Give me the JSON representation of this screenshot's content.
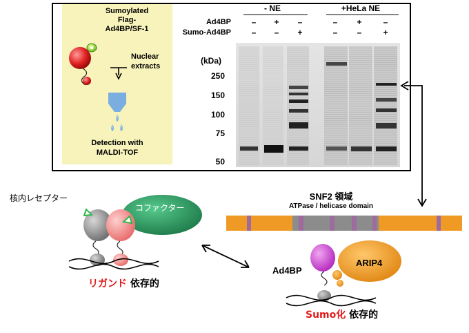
{
  "assay_panel": {
    "protein_label": "Sumoylated\nFlag-\nAd4BP/SF-1",
    "nuclear_extracts_label": "Nuclear\nextracts",
    "detection_label": "Detection with\nMALDI-TOF"
  },
  "gel": {
    "groups": [
      "- NE",
      "+HeLa NE"
    ],
    "row_labels": [
      "Ad4BP",
      "Sumo-Ad4BP"
    ],
    "signs": [
      [
        "–",
        "+",
        "–",
        "–",
        "+",
        "–"
      ],
      [
        "–",
        "–",
        "+",
        "–",
        "–",
        "+"
      ]
    ],
    "kda_unit": "(kDa)",
    "markers": [
      "250",
      "150",
      "100",
      "75",
      "50"
    ]
  },
  "snf2": {
    "title": "SNF2 領域",
    "subtitle": "ATPase / helicase domain"
  },
  "left_complex": {
    "receptor_label": "核内レセプター",
    "cofactor_label": "コファクター",
    "dependency_highlight": "リガンド",
    "dependency_suffix": "依存的"
  },
  "right_complex": {
    "ad4bp_label": "Ad4BP",
    "arip4_label": "ARIP4",
    "dependency_highlight": "Sumo化",
    "dependency_suffix": "依存的"
  },
  "colors": {
    "panel_bg": "#f7f3ba",
    "red_text": "#e21a1a",
    "domain_bar": "#f09a26",
    "domain_grey": "#8c8c8c",
    "domain_purple": "#9e6b9e",
    "cofactor_green": "#2f9e66",
    "arip4_orange": "#f29a1f",
    "magenta": "#c23fc7"
  }
}
